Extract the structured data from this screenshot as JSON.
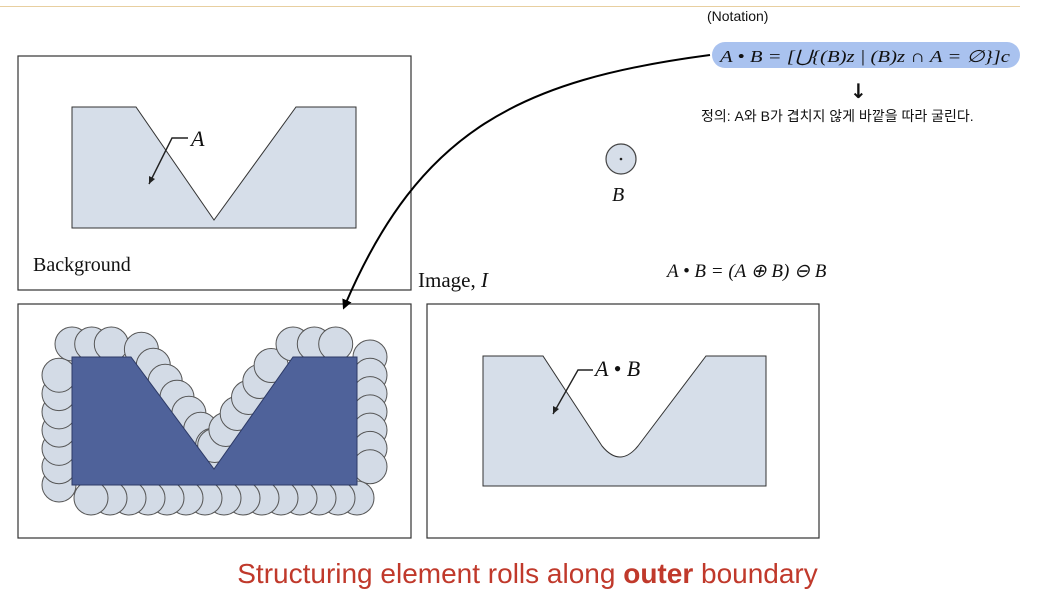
{
  "notation_label": "(Notation)",
  "closing_formula": "A • B = [⋃{(B)z | (B)z ∩ A = ∅}]c",
  "definition_text": "정의: A와 B가 겹치지 않게 바깥을 따라 굴린다.",
  "arrow_down_glyph": "↓",
  "label_a": "A",
  "label_b": "B",
  "label_background": "Background",
  "label_image_prefix": "Image, ",
  "label_image_var": "I",
  "result_label": "A • B",
  "closing_identity": "A • B = (A ⊕ B) ⊖ B",
  "caption": {
    "before": "Structuring element rolls along ",
    "bold": "outer",
    "after": " boundary"
  },
  "colors": {
    "shape_fill": "#d6dee9",
    "shape_dark": "#4f629a",
    "circle_fill": "#d3dbe6",
    "highlight": "#a9c2ef",
    "caption": "#c0392b"
  }
}
